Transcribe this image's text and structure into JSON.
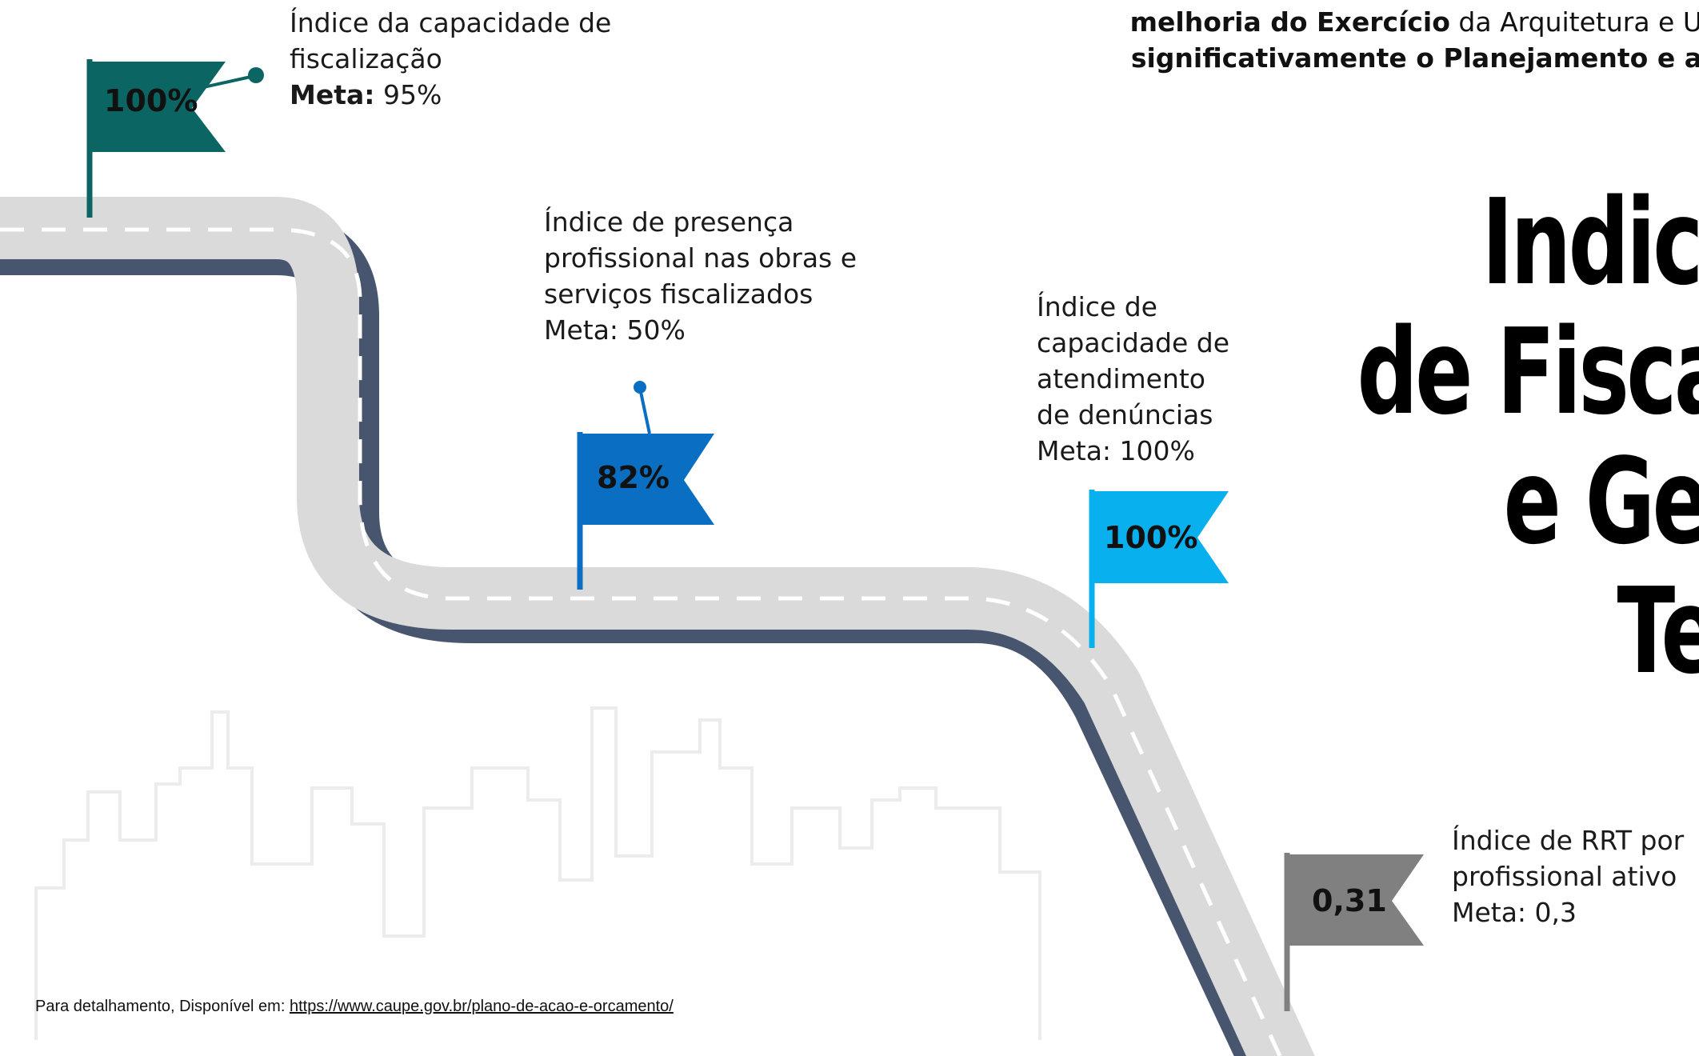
{
  "header": {
    "line1_bold": "melhoria do Exercício",
    "line1_rest": " da Arquitetura e U",
    "line2_bold": "significativamente o Planejamento e a"
  },
  "title": {
    "line1": "Indica",
    "line2": "de Fiscal",
    "line3": "e Ges",
    "line4": "Ter"
  },
  "indicators": [
    {
      "line1": "Índice da capacidade  de",
      "line2": "fiscalização",
      "meta_label": "Meta:",
      "meta_value": " 95%",
      "flag_value": "100%",
      "color": "#0b6663"
    },
    {
      "line1": "Índice de presença",
      "line2": "profissional nas obras e",
      "line3": "serviços fiscalizados",
      "meta": "Meta: 50%",
      "flag_value": "82%",
      "color": "#0a6fc2"
    },
    {
      "line1": "Índice de",
      "line2": "capacidade de",
      "line3": "atendimento",
      "line4": "de  denúncias",
      "meta": "Meta: 100%",
      "flag_value": "100%",
      "color": "#08b0ee"
    },
    {
      "line1": "Índice de RRT  por",
      "line2": "profissional ativo",
      "meta": "Meta: 0,3",
      "flag_value": "0,31",
      "color": "#808080"
    }
  ],
  "footnote": {
    "prefix": "Para detalhamento, Disponível em: ",
    "link_text": "https://www.caupe.gov.br/plano-de-acao-e-orcamento/"
  },
  "colors": {
    "road": "#dadada",
    "road_shadow": "#47556e",
    "skyline": "#ececec"
  }
}
